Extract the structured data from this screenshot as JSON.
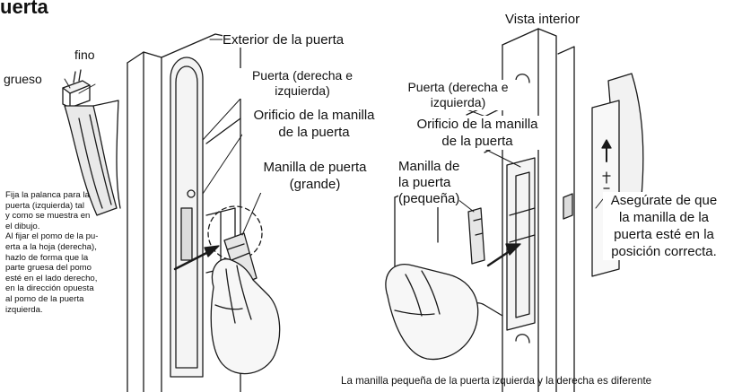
{
  "page": {
    "title": "uerta",
    "labels": {
      "fino": "fino",
      "grueso": "grueso",
      "exterior": "Exterior de la puerta",
      "vista_interior": "Vista interior",
      "puerta_left": "Puerta (derecha e\nizquierda)",
      "orificio_left": "Orificio de la manilla\nde la puerta",
      "manilla_grande": "Manilla de puerta\n(grande)",
      "puerta_right": "Puerta (derecha e\nizquierda)",
      "orificio_right": "Orificio de la manilla\nde la puerta",
      "manilla_pequena": "Manilla de\nla puerta\n(pequeña)",
      "asegurate": "Asegúrate de que\nla manilla de la\npuerta esté en la\nposición correcta."
    },
    "note": "Fija la palanca para la\npuerta (izquierda) tal\ny como se muestra en\nel dibujo.\nAl fijar el pomo de la pu-\nerta a la hoja (derecha),\nhazlo de forma que la\nparte gruesa del pomo\nesté en el lado derecho,\nen la dirección opuesta\nal pomo de la puerta\nizquierda.",
    "bottom_caption": "La manilla pequeña de la puerta izquierda y la derecha es diferente"
  },
  "colors": {
    "line": "#1a1a1a",
    "shade": "#cfcfcf",
    "fill": "#f2f2f2"
  }
}
